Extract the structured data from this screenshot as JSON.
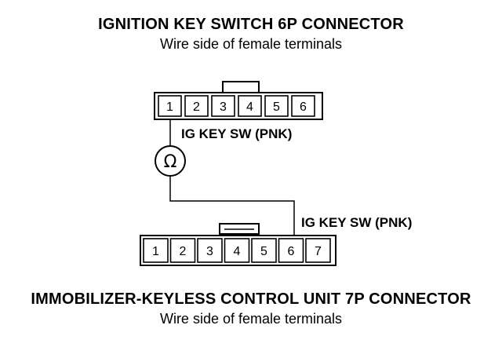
{
  "diagram": {
    "top_connector": {
      "title": "IGNITION KEY SWITCH 6P CONNECTOR",
      "subtitle": "Wire side of female terminals",
      "terminals": [
        "1",
        "2",
        "3",
        "4",
        "5",
        "6"
      ]
    },
    "meter": {
      "symbol": "Ω"
    },
    "wire_labels": {
      "top": "IG KEY SW (PNK)",
      "bottom": "IG KEY SW (PNK)"
    },
    "bottom_connector": {
      "title": "IMMOBILIZER-KEYLESS CONTROL UNIT 7P CONNECTOR",
      "subtitle": "Wire side of female terminals",
      "terminals": [
        "1",
        "2",
        "3",
        "4",
        "5",
        "6",
        "7"
      ]
    }
  }
}
